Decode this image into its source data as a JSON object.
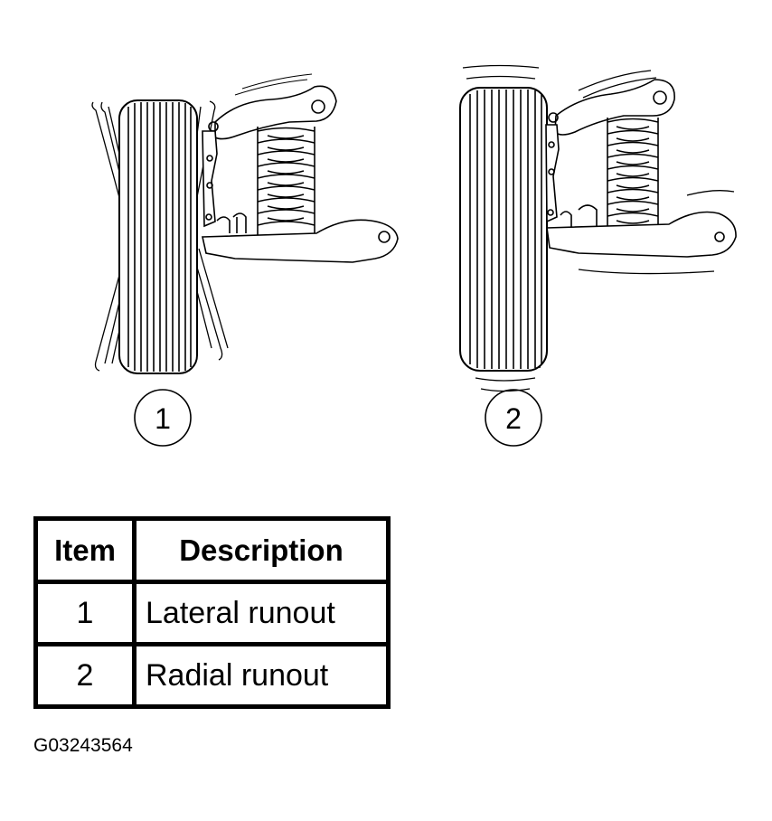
{
  "figure": {
    "callouts": [
      {
        "number": "1",
        "meaning": "Lateral runout"
      },
      {
        "number": "2",
        "meaning": "Radial runout"
      }
    ]
  },
  "legend": {
    "headers": {
      "item": "Item",
      "description": "Description"
    },
    "rows": [
      {
        "item": "1",
        "description": "Lateral runout"
      },
      {
        "item": "2",
        "description": "Radial runout"
      }
    ]
  },
  "figure_id": "G03243564"
}
